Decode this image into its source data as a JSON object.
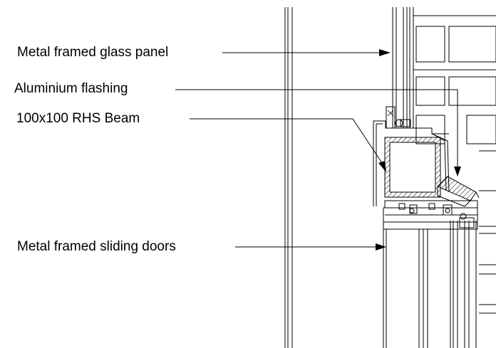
{
  "labels": {
    "glass_panel": "Metal framed glass panel",
    "flashing": "Aluminium flashing",
    "beam": "100x100 RHS Beam",
    "doors": "Metal framed sliding doors"
  }
}
